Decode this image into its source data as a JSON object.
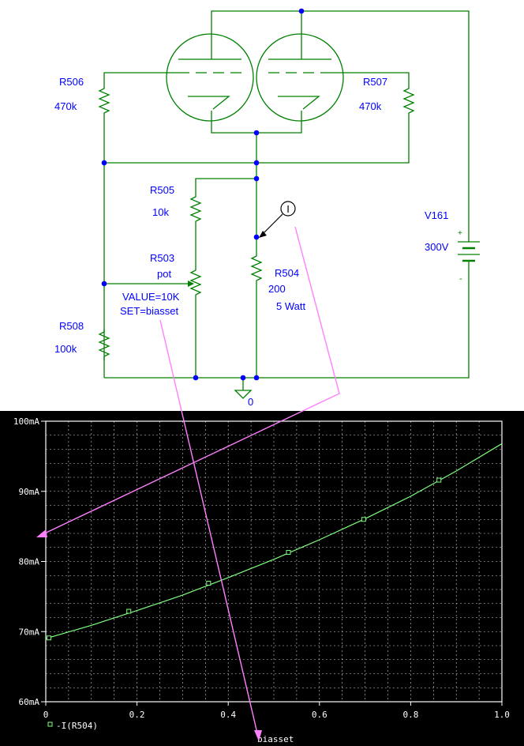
{
  "colors": {
    "wire": "#008000",
    "label": "#0000ff",
    "dot": "#0000ff",
    "plot_bg": "#000000",
    "grid": "#d0d0d0",
    "trace": "#7fff7f",
    "axis_text": "#ffffff",
    "probe_line": "#ff80ff",
    "probe_trace_arrow": "#ff80ff"
  },
  "schematic": {
    "r506": {
      "name": "R506",
      "value": "470k"
    },
    "r507": {
      "name": "R507",
      "value": "470k"
    },
    "r505": {
      "name": "R505",
      "value": "10k"
    },
    "r503": {
      "name": "R503",
      "value": "pot",
      "value_attr": "VALUE=10K",
      "set_attr": "SET=biasset"
    },
    "r504": {
      "name": "R504",
      "value": "200",
      "power": "5 Watt"
    },
    "r508": {
      "name": "R508",
      "value": "100k"
    },
    "v161": {
      "name": "V161",
      "value": "300V",
      "plus": "+",
      "minus": "-"
    },
    "ground_label": "0",
    "current_probe": "I"
  },
  "chart_data": {
    "type": "line",
    "xlabel": "biasset",
    "ylabel": "",
    "xlim": [
      0,
      1.0
    ],
    "ylim": [
      60,
      100
    ],
    "x_ticks": [
      "0",
      "0.2",
      "0.4",
      "0.6",
      "0.8",
      "1.0"
    ],
    "y_ticks": [
      "60mA",
      "70mA",
      "80mA",
      "90mA",
      "100mA"
    ],
    "grid": true,
    "legend_position": "bottom-left",
    "series": [
      {
        "name": "-I(R504)",
        "x": [
          0,
          0.1,
          0.2,
          0.3,
          0.4,
          0.5,
          0.6,
          0.7,
          0.8,
          0.9,
          1.0
        ],
        "y": [
          69.0,
          70.9,
          73.0,
          75.2,
          77.7,
          80.3,
          83.1,
          86.1,
          89.3,
          92.9,
          96.8
        ],
        "markers_x": [
          0.007,
          0.182,
          0.357,
          0.532,
          0.697,
          0.862
        ],
        "markers_y": [
          69.1,
          72.9,
          76.9,
          81.3,
          86.0,
          91.6
        ]
      }
    ]
  }
}
